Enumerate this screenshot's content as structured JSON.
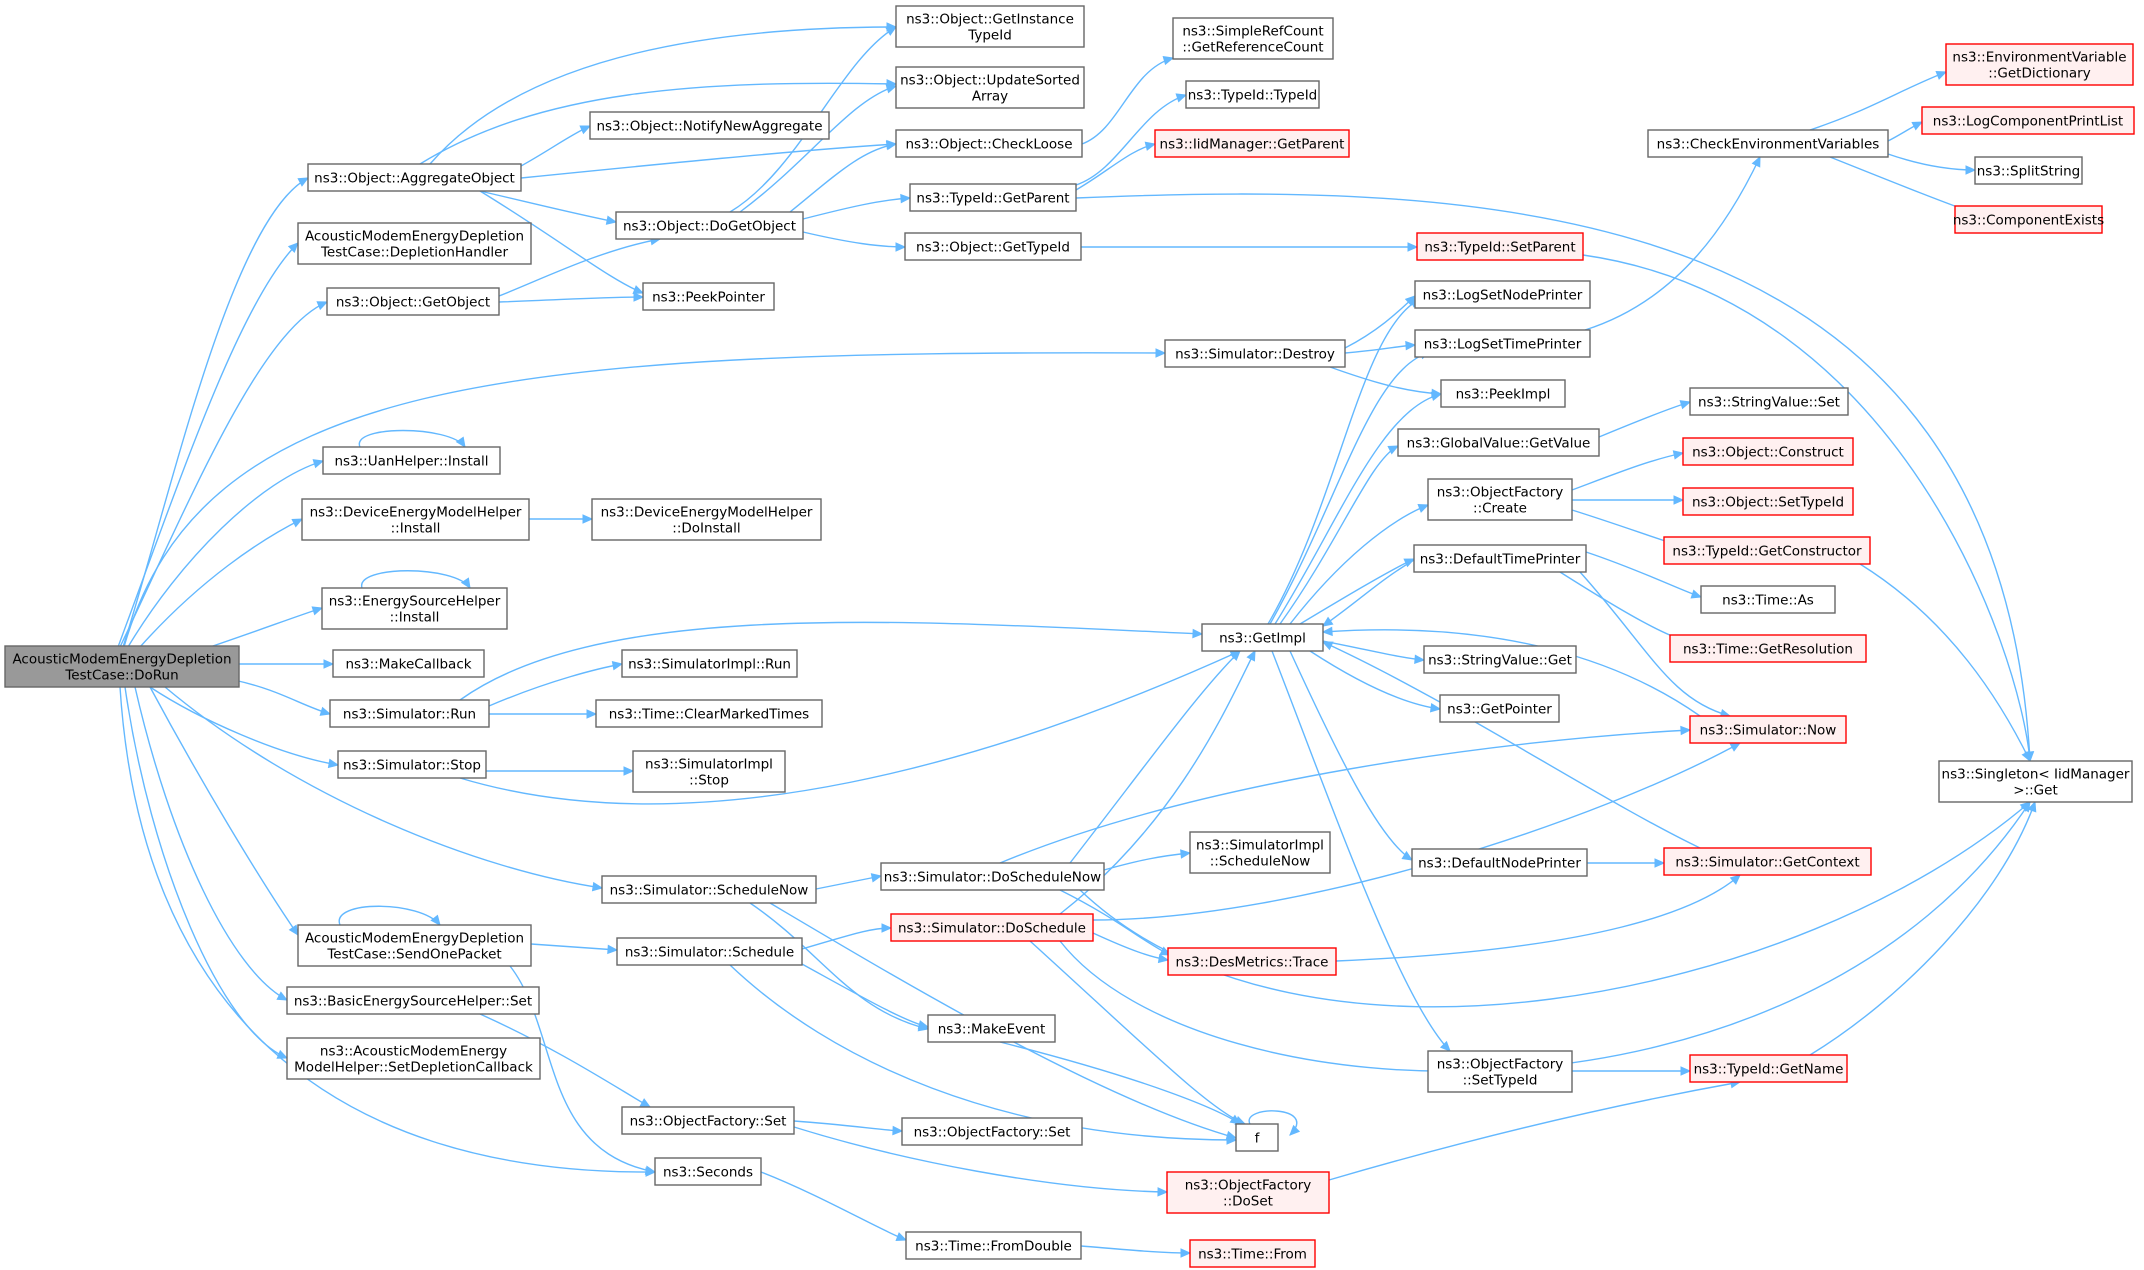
{
  "colors": {
    "edge": "#63b8ff",
    "node_border": "#666666",
    "red_border": "#ff0000",
    "root_fill": "#999999"
  },
  "nodes": [
    {
      "id": "root",
      "lines": [
        "AcousticModemEnergyDepletion",
        "TestCase::DoRun"
      ],
      "style": "root"
    },
    {
      "id": "aggObj",
      "lines": [
        "ns3::Object::AggregateObject"
      ]
    },
    {
      "id": "deplH",
      "lines": [
        "AcousticModemEnergyDepletion",
        "TestCase::DepletionHandler"
      ]
    },
    {
      "id": "getObj",
      "lines": [
        "ns3::Object::GetObject"
      ]
    },
    {
      "id": "uanInst",
      "lines": [
        "ns3::UanHelper::Install"
      ]
    },
    {
      "id": "demhInst",
      "lines": [
        "ns3::DeviceEnergyModelHelper",
        "::Install"
      ]
    },
    {
      "id": "eshInst",
      "lines": [
        "ns3::EnergySourceHelper",
        "::Install"
      ]
    },
    {
      "id": "mkCb",
      "lines": [
        "ns3::MakeCallback"
      ]
    },
    {
      "id": "simRun",
      "lines": [
        "ns3::Simulator::Run"
      ]
    },
    {
      "id": "simStop",
      "lines": [
        "ns3::Simulator::Stop"
      ]
    },
    {
      "id": "sendOne",
      "lines": [
        "AcousticModemEnergyDepletion",
        "TestCase::SendOnePacket"
      ]
    },
    {
      "id": "besSet",
      "lines": [
        "ns3::BasicEnergySourceHelper::Set"
      ]
    },
    {
      "id": "setDepl",
      "lines": [
        "ns3::AcousticModemEnergy",
        "ModelHelper::SetDepletionCallback"
      ]
    },
    {
      "id": "getInst",
      "lines": [
        "ns3::Object::GetInstance",
        "TypeId"
      ]
    },
    {
      "id": "updSorted",
      "lines": [
        "ns3::Object::UpdateSorted",
        "Array"
      ]
    },
    {
      "id": "notifyAgg",
      "lines": [
        "ns3::Object::NotifyNewAggregate"
      ]
    },
    {
      "id": "checkLoose",
      "lines": [
        "ns3::Object::CheckLoose"
      ]
    },
    {
      "id": "doGetObj",
      "lines": [
        "ns3::Object::DoGetObject"
      ]
    },
    {
      "id": "peekPtr",
      "lines": [
        "ns3::PeekPointer"
      ]
    },
    {
      "id": "simDestroy",
      "lines": [
        "ns3::Simulator::Destroy"
      ]
    },
    {
      "id": "demhDoInst",
      "lines": [
        "ns3::DeviceEnergyModelHelper",
        "::DoInstall"
      ]
    },
    {
      "id": "simImplRun",
      "lines": [
        "ns3::SimulatorImpl::Run"
      ]
    },
    {
      "id": "clrMarked",
      "lines": [
        "ns3::Time::ClearMarkedTimes"
      ]
    },
    {
      "id": "simImplStop",
      "lines": [
        "ns3::SimulatorImpl",
        "::Stop"
      ]
    },
    {
      "id": "schedNow",
      "lines": [
        "ns3::Simulator::ScheduleNow"
      ]
    },
    {
      "id": "simSched",
      "lines": [
        "ns3::Simulator::Schedule"
      ]
    },
    {
      "id": "ofSet",
      "lines": [
        "ns3::ObjectFactory::Set"
      ]
    },
    {
      "id": "seconds",
      "lines": [
        "ns3::Seconds"
      ]
    },
    {
      "id": "srcGetRef",
      "lines": [
        "ns3::SimpleRefCount",
        "::GetReferenceCount"
      ]
    },
    {
      "id": "tidTid",
      "lines": [
        "ns3::TypeId::TypeId"
      ]
    },
    {
      "id": "iidGetParent",
      "lines": [
        "ns3::IidManager::GetParent"
      ],
      "style": "red"
    },
    {
      "id": "tidGetParent",
      "lines": [
        "ns3::TypeId::GetParent"
      ]
    },
    {
      "id": "objGetTid",
      "lines": [
        "ns3::Object::GetTypeId"
      ]
    },
    {
      "id": "doSchedNow",
      "lines": [
        "ns3::Simulator::DoScheduleNow"
      ]
    },
    {
      "id": "doSched",
      "lines": [
        "ns3::Simulator::DoSchedule"
      ],
      "style": "red"
    },
    {
      "id": "mkEvent",
      "lines": [
        "ns3::MakeEvent"
      ]
    },
    {
      "id": "ofSet2",
      "lines": [
        "ns3::ObjectFactory::Set"
      ]
    },
    {
      "id": "ofDoSet",
      "lines": [
        "ns3::ObjectFactory",
        "::DoSet"
      ],
      "style": "red"
    },
    {
      "id": "fromDouble",
      "lines": [
        "ns3::Time::FromDouble"
      ]
    },
    {
      "id": "getImpl",
      "lines": [
        "ns3::GetImpl"
      ]
    },
    {
      "id": "simImplSchedNow",
      "lines": [
        "ns3::SimulatorImpl",
        "::ScheduleNow"
      ]
    },
    {
      "id": "desTrace",
      "lines": [
        "ns3::DesMetrics::Trace"
      ],
      "style": "red"
    },
    {
      "id": "fNode",
      "lines": [
        "f"
      ]
    },
    {
      "id": "timeFrom",
      "lines": [
        "ns3::Time::From"
      ],
      "style": "red"
    },
    {
      "id": "tidSetParent",
      "lines": [
        "ns3::TypeId::SetParent"
      ],
      "style": "red"
    },
    {
      "id": "logSetNode",
      "lines": [
        "ns3::LogSetNodePrinter"
      ]
    },
    {
      "id": "logSetTime",
      "lines": [
        "ns3::LogSetTimePrinter"
      ]
    },
    {
      "id": "peekImpl",
      "lines": [
        "ns3::PeekImpl"
      ]
    },
    {
      "id": "gvGetValue",
      "lines": [
        "ns3::GlobalValue::GetValue"
      ]
    },
    {
      "id": "ofCreate",
      "lines": [
        "ns3::ObjectFactory",
        "::Create"
      ]
    },
    {
      "id": "defTimePr",
      "lines": [
        "ns3::DefaultTimePrinter"
      ]
    },
    {
      "id": "svGet",
      "lines": [
        "ns3::StringValue::Get"
      ]
    },
    {
      "id": "getPointer",
      "lines": [
        "ns3::GetPointer"
      ]
    },
    {
      "id": "defNodePr",
      "lines": [
        "ns3::DefaultNodePrinter"
      ]
    },
    {
      "id": "ofSetTid",
      "lines": [
        "ns3::ObjectFactory",
        "::SetTypeId"
      ]
    },
    {
      "id": "checkEnv",
      "lines": [
        "ns3::CheckEnvironmentVariables"
      ]
    },
    {
      "id": "svSet",
      "lines": [
        "ns3::StringValue::Set"
      ]
    },
    {
      "id": "objConstruct",
      "lines": [
        "ns3::Object::Construct"
      ],
      "style": "red"
    },
    {
      "id": "objSetTid",
      "lines": [
        "ns3::Object::SetTypeId"
      ],
      "style": "red"
    },
    {
      "id": "tidGetCtor",
      "lines": [
        "ns3::TypeId::GetConstructor"
      ],
      "style": "red"
    },
    {
      "id": "timeAs",
      "lines": [
        "ns3::Time::As"
      ]
    },
    {
      "id": "timeGetRes",
      "lines": [
        "ns3::Time::GetResolution"
      ],
      "style": "red"
    },
    {
      "id": "simNow",
      "lines": [
        "ns3::Simulator::Now"
      ],
      "style": "red"
    },
    {
      "id": "simGetCtx",
      "lines": [
        "ns3::Simulator::GetContext"
      ],
      "style": "red"
    },
    {
      "id": "tidGetName",
      "lines": [
        "ns3::TypeId::GetName"
      ],
      "style": "red"
    },
    {
      "id": "envGetDict",
      "lines": [
        "ns3::EnvironmentVariable",
        "::GetDictionary"
      ],
      "style": "red"
    },
    {
      "id": "logCompPrint",
      "lines": [
        "ns3::LogComponentPrintList"
      ],
      "style": "red"
    },
    {
      "id": "splitStr",
      "lines": [
        "ns3::SplitString"
      ]
    },
    {
      "id": "compExists",
      "lines": [
        "ns3::ComponentExists"
      ],
      "style": "red"
    },
    {
      "id": "singleton",
      "lines": [
        "ns3::Singleton< IidManager",
        ">::Get"
      ]
    }
  ]
}
